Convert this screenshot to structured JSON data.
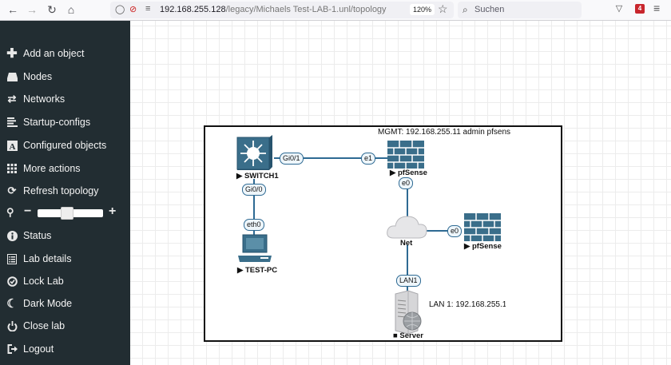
{
  "browser": {
    "url_host": "192.168.255.128",
    "url_path": "/legacy/Michaels Test-LAB-1.unl/topology",
    "zoom_level": "120%",
    "search_placeholder": "Suchen",
    "extension_badge_count": "4",
    "icons": [
      "back-arrow-icon",
      "forward-arrow-icon",
      "reload-icon",
      "home-icon",
      "shield-icon",
      "lock-crossed-icon",
      "permissions-icon",
      "star-icon",
      "search-icon",
      "pocket-icon",
      "menu-icon"
    ]
  },
  "sidebar": {
    "items": [
      {
        "label": "Add an object",
        "icon": "plus-icon"
      },
      {
        "label": "Nodes",
        "icon": "hdd-icon"
      },
      {
        "label": "Networks",
        "icon": "exchange-icon"
      },
      {
        "label": "Startup-configs",
        "icon": "align-left-icon"
      },
      {
        "label": "Configured objects",
        "icon": "font-icon"
      },
      {
        "label": "More actions",
        "icon": "grid-icon"
      },
      {
        "label": "Refresh topology",
        "icon": "refresh-icon"
      },
      {
        "label": "Status",
        "icon": "info-icon"
      },
      {
        "label": "Lab details",
        "icon": "list-icon"
      },
      {
        "label": "Lock Lab",
        "icon": "check-circle-icon"
      },
      {
        "label": "Dark Mode",
        "icon": "moon-icon"
      },
      {
        "label": "Close lab",
        "icon": "power-icon"
      },
      {
        "label": "Logout",
        "icon": "sign-out-icon"
      }
    ],
    "zoom": {
      "minus": "−",
      "plus": "+",
      "value_fraction": 0.45
    }
  },
  "topology": {
    "notes": {
      "mgmt": "MGMT: 192.168.255.11 admin pfsens",
      "lan": "LAN 1: 192.168.255.1:"
    },
    "nodes": [
      {
        "id": "switch1",
        "label": "SWITCH1",
        "state_glyph": "▶",
        "type": "switch"
      },
      {
        "id": "pfsense1",
        "label": "pfSense",
        "state_glyph": "▶",
        "type": "firewall"
      },
      {
        "id": "net",
        "label": "Net",
        "state_glyph": "",
        "type": "cloud"
      },
      {
        "id": "pfsense2",
        "label": "pfSense",
        "state_glyph": "▶",
        "type": "firewall"
      },
      {
        "id": "testpc",
        "label": "TEST-PC",
        "state_glyph": "▶",
        "type": "pc"
      },
      {
        "id": "server",
        "label": "Server",
        "state_glyph": "■",
        "type": "server"
      }
    ],
    "interfaces": {
      "sw_gi01": "Gi0/1",
      "pf1_e1": "e1",
      "sw_gi00": "Gi0/0",
      "pc_eth0": "eth0",
      "pf1_e0": "e0",
      "pf2_e0": "e0",
      "srv_lan1": "LAN1"
    },
    "colors": {
      "link": "#2e6a93",
      "device": "#3a6e8a"
    }
  }
}
